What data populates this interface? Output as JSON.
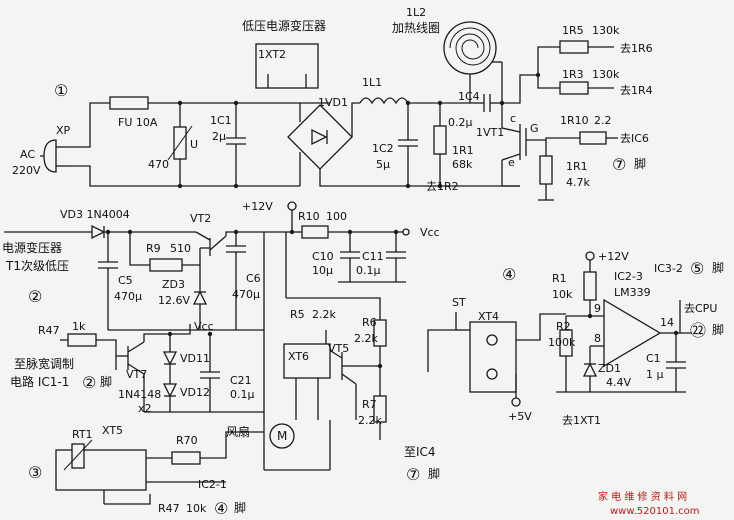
{
  "labels": {
    "transformer_title": "低压电源变压器",
    "t_1xt2": "1XT2",
    "t_1l1": "1L1",
    "t_1vd1": "1VD1",
    "t_1l2": "1L2",
    "t_heating": "加热线圈",
    "t_1r5": "1R5",
    "t_130k_a": "130k",
    "t_to1r6": "去1R6",
    "t_1r3": "1R3",
    "t_130k_b": "130k",
    "t_to1r4": "去1R4",
    "t_1r10": "1R10",
    "t_2_2": "2.2",
    "t_toic6": "去IC6",
    "t_g": "G",
    "t_c": "c",
    "t_e": "e",
    "t_1vt1": "1VT1",
    "t_1c4": "1C4",
    "t_02u": "0.2μ",
    "t_1r1a": "1R1",
    "t_68k": "68k",
    "t_to1r2": "去1R2",
    "t_1c2": "1C2",
    "t_5u": "5μ",
    "t_1r1b": "1R1",
    "t_47k": "4.7k",
    "t_pin7a": "脚",
    "t_c7a": "⑦",
    "t_1c1": "1C1",
    "t_2u": "2μ",
    "t_fu": "FU 10A",
    "t_470": "470",
    "t_u": "U",
    "t_xp": "XP",
    "t_ac": "AC",
    "t_220v": "220V",
    "t_c1": "①",
    "t_12v": "+12V",
    "t_vd3": "VD3 1N4004",
    "t_vt2": "VT2",
    "t_r9": "R9",
    "t_510": "510",
    "t_zd3": "ZD3",
    "t_126v": "12.6V",
    "t_c5": "C5",
    "t_470u_a": "470μ",
    "t_c6": "C6",
    "t_470u_b": "470μ",
    "t_r10": "R10",
    "t_100": "100",
    "t_vcc_a": "Vcc",
    "t_c10": "C10",
    "t_10u": "10μ",
    "t_c11": "C11",
    "t_01u_a": "0.1μ",
    "t_r5": "R5",
    "t_22k_a": "2.2k",
    "t_r6": "R6",
    "t_22k_b": "2.2k",
    "t_r7": "R7",
    "t_22k_c": "2.2k",
    "t_vt5": "VT5",
    "t_xt6": "XT6",
    "t_m": "M",
    "t_fan": "风扇",
    "t_toic4": "至IC4",
    "t_c7b": "⑦",
    "t_pin7b": "脚",
    "t_src_l1": "电源变压器",
    "t_src_l2": "T1次级低压",
    "t_c2": "②",
    "t_r47": "R47",
    "t_1k": "1k",
    "t_vcc_b": "Vcc",
    "t_pwm_l1": "至脉宽调制",
    "t_pwm_l2": "电路 IC1-1",
    "t_c2b": "②",
    "t_pin2": "脚",
    "t_vt7": "VT7",
    "t_vd11": "VD11",
    "t_vd12": "VD12",
    "t_1n4148": "1N4148",
    "t_x2": "x2",
    "t_c21": "C21",
    "t_01u_b": "0.1μ",
    "t_c3": "③",
    "t_rt1": "RT1",
    "t_xt5": "XT5",
    "t_r70": "R70",
    "t_ic21": "IC2-1",
    "t_r47b": "R47",
    "t_10k_a": "10k",
    "t_c4b": "④",
    "t_pin4": "脚",
    "t_c4": "④",
    "t_st": "ST",
    "t_xt4": "XT4",
    "t_5v": "+5V",
    "t_to1xt1": "去1XT1",
    "t_12v_b": "+12V",
    "t_r1": "R1",
    "t_10k_b": "10k",
    "t_ic23": "IC2-3",
    "t_lm339": "LM339",
    "t_p9": "9",
    "t_p8": "8",
    "t_p14": "14",
    "t_r2": "R2",
    "t_100k": "100k",
    "t_zd1": "ZD1",
    "t_44v": "4.4V",
    "t_c1b": "C1",
    "t_1u": "1 μ",
    "t_ic32": "IC3-2",
    "t_c5b": "⑤",
    "t_pin5": "脚",
    "t_tocpu": "去CPU",
    "t_c22": "㉒",
    "t_pin22": "脚",
    "t_wm1": "家 电 维 修 资 料 网",
    "t_wm2": "www.520101.com"
  }
}
